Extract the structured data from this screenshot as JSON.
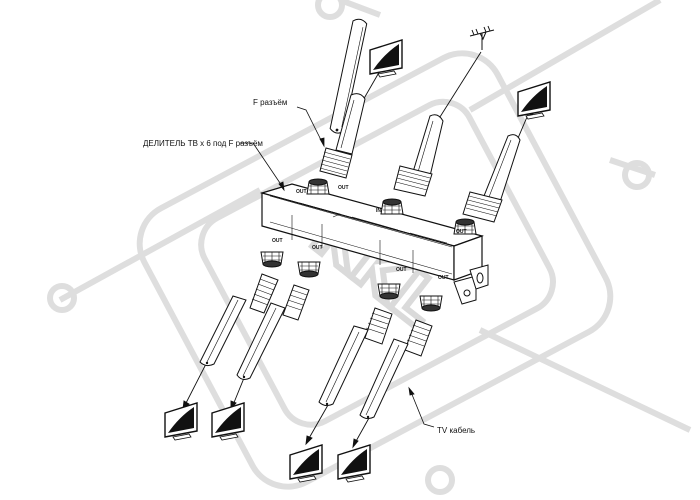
{
  "labels": {
    "f_connector": "F разъём",
    "splitter": "ДЕЛИТЕЛЬ ТВ х 6 под F разъём",
    "tv_cable": "TV кабель"
  },
  "ports": {
    "out": "OUT",
    "in": "IN"
  },
  "watermark": {
    "text": "KKL",
    "color": "#dadada"
  },
  "icons": [
    "tv-icon",
    "antenna-icon",
    "coax-cable-icon",
    "f-connector-icon"
  ]
}
